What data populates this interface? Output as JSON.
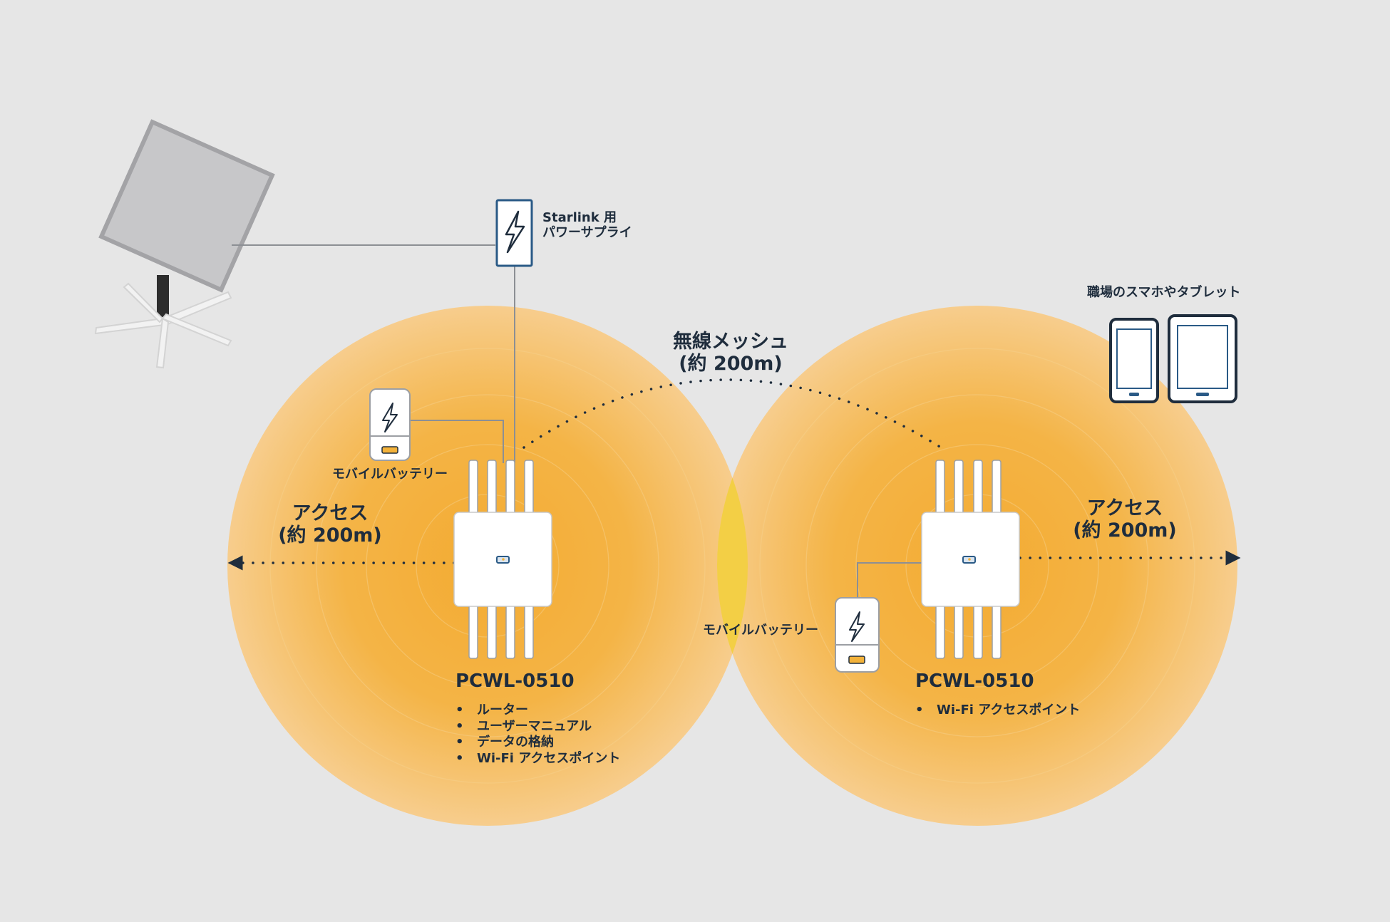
{
  "power_supply": {
    "line1": "Starlink 用",
    "line2": "パワーサプライ"
  },
  "devices_label": "職場のスマホやタブレット",
  "mesh": {
    "line1": "無線メッシュ",
    "line2": "(約 200m)"
  },
  "left_access": {
    "line1": "アクセス",
    "line2": "(約 200m)"
  },
  "right_access": {
    "line1": "アクセス",
    "line2": "(約 200m)"
  },
  "left_battery_label": "モバイルバッテリー",
  "right_battery_label": "モバイルバッテリー",
  "left_router": {
    "name": "PCWL-0510",
    "features": [
      "ルーター",
      "ユーザーマニュアル",
      "データの格納",
      "Wi-Fi アクセスポイント"
    ]
  },
  "right_router": {
    "name": "PCWL-0510",
    "features": [
      "Wi-Fi アクセスポイント"
    ]
  },
  "colors": {
    "background": "#e6e6e6",
    "coverage_center": "#f3b23a",
    "coverage_edge": "#f6cc8a",
    "overlap": "#f3cc48",
    "ink": "#1f2d3d",
    "icon_blue": "#2a5a86"
  }
}
